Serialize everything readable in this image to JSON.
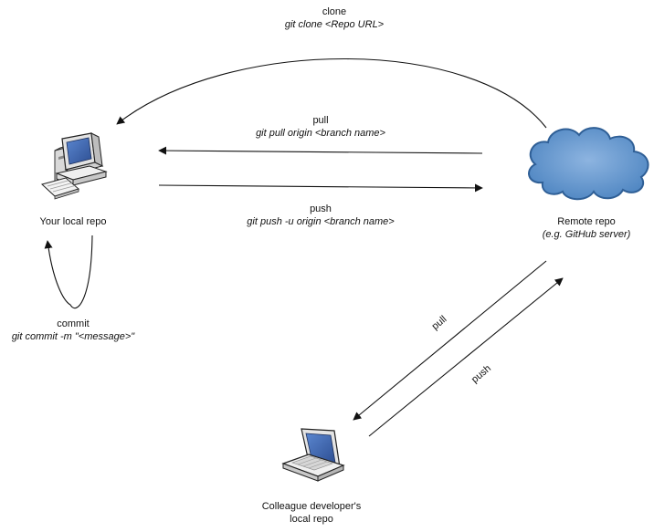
{
  "nodes": {
    "local_repo": {
      "label": "Your local repo"
    },
    "remote_repo": {
      "label": "Remote repo",
      "sublabel": "(e.g. GitHub server)"
    },
    "colleague_repo": {
      "label_line1": "Colleague developer's",
      "label_line2": "local repo"
    }
  },
  "edges": {
    "clone": {
      "label": "clone",
      "command": "git clone <Repo URL>"
    },
    "pull": {
      "label": "pull",
      "command": "git pull origin <branch name>"
    },
    "push": {
      "label": "push",
      "command": "git push -u origin <branch name>"
    },
    "commit": {
      "label": "commit",
      "command": "git commit -m \"<message>\""
    },
    "colleague_pull": {
      "label": "pull"
    },
    "colleague_push": {
      "label": "push"
    }
  },
  "colors": {
    "cloud_fill": "#5b8fc7",
    "cloud_stroke": "#2f5f96",
    "screen": "#3c63a8",
    "line": "#111111"
  },
  "icons": {
    "local": "desktop-computer-icon",
    "remote": "cloud-icon",
    "colleague": "laptop-icon"
  }
}
